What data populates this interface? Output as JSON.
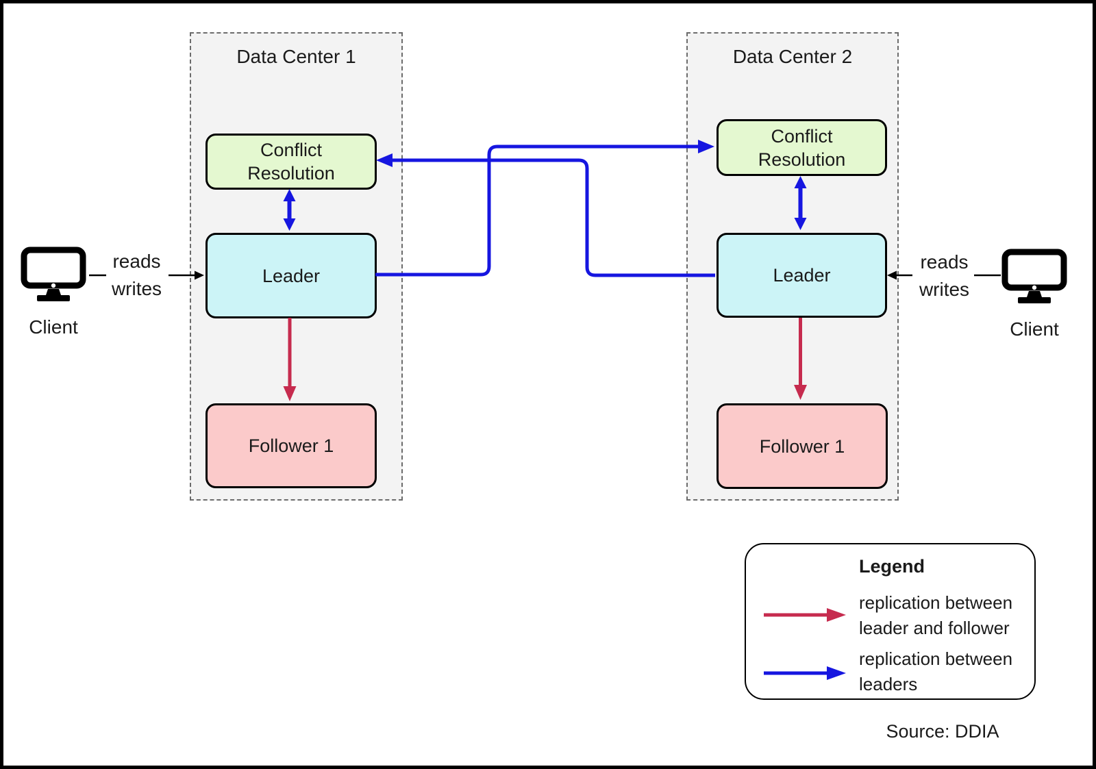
{
  "data_centers": [
    {
      "title": "Data Center 1",
      "conflict_label": "Conflict Resolution",
      "leader_label": "Leader",
      "follower_label": "Follower 1"
    },
    {
      "title": "Data Center 2",
      "conflict_label": "Conflict Resolution",
      "leader_label": "Leader",
      "follower_label": "Follower 1"
    }
  ],
  "clients": [
    {
      "label": "Client",
      "access_label": "reads writes"
    },
    {
      "label": "Client",
      "access_label": "reads writes"
    }
  ],
  "legend": {
    "title": "Legend",
    "items": [
      {
        "label": "replication between leader and follower",
        "color": "#C62B4E"
      },
      {
        "label": "replication between leaders",
        "color": "#1616E0"
      }
    ]
  },
  "source_note": "Source: DDIA",
  "colors": {
    "blue": "#1616E0",
    "red": "#C62B4E",
    "dc_bg": "#F3F3F3",
    "dc_border": "#6B6B6B",
    "conflict_fill": "#E4F8D0",
    "leader_fill": "#CCF4F7",
    "follower_fill": "#FBCACA",
    "text": "#1A1A1A"
  }
}
